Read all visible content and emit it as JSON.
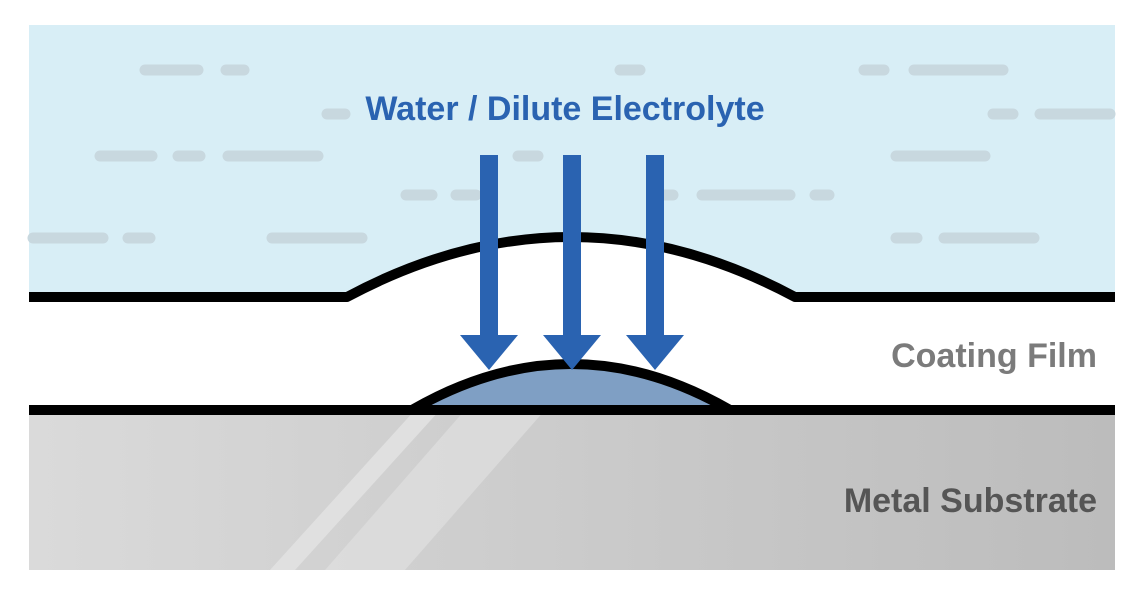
{
  "labels": {
    "water": "Water / Dilute Electrolyte",
    "coating": "Coating Film",
    "substrate": "Metal Substrate"
  },
  "colors": {
    "water": "#d8eef6",
    "water_dash": "#c9dbe2",
    "coating": "#ffffff",
    "substrate_light": "#d9d9d9",
    "substrate_dark": "#bdbdbd",
    "blister_fill": "#7f9fc4",
    "arrow": "#2a63b1",
    "outline": "#000000",
    "title_text": "#2a63b1",
    "coating_text": "#7b7b7b",
    "substrate_text": "#555555"
  },
  "icons": {
    "arrows": [
      "arrow-down-icon",
      "arrow-down-icon",
      "arrow-down-icon"
    ]
  }
}
